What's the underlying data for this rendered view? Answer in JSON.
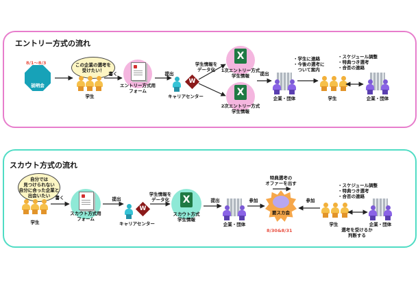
{
  "entry": {
    "title": "エントリー方式の流れ",
    "date": "8/1～8/3",
    "event_label": "説明会",
    "bubble": "この企業の選考を\n受けたい！",
    "student_label": "学生",
    "step_write": "書く",
    "form_label": "エントリー方式用\nフォーム",
    "step_submit": "提出",
    "career_label": "キャリアセンター",
    "data_step": "学生情報を\nデータ化",
    "first_info": "1次エントリー方式\n学生情報",
    "second_info": "2次エントリー方式\n学生情報",
    "step_submit2": "提出",
    "company_label": "企業・団体",
    "notes1": "・学生に連絡\n・今後の選考に\n　ついて案内",
    "student2_label": "学生",
    "notes2": "・スケジュール調整\n・特典つき選考\n・合否の連絡",
    "company2_label": "企業・団体"
  },
  "scout": {
    "title": "スカウト方式の流れ",
    "bubble": "自分では\n見つけられない\n自分に合った企業と\n出会いたい",
    "student_label": "学生",
    "step_write": "書く",
    "form_label": "スカウト方式用\nフォーム",
    "step_submit": "提出",
    "career_label": "キャリアセンター",
    "data_step": "学生情報を\nデータ化",
    "info_label": "スカウト方式\n学生情報",
    "step_submit2": "提出",
    "company_label": "企業・団体",
    "step_join": "参加",
    "offer_label": "特典選考の\nオファーを出す",
    "event_label": "要スカ会",
    "date": "8/30&8/31",
    "step_join2": "参加",
    "student2_label": "学生",
    "decide_label": "選考を受けるか\n判断する",
    "notes": "・スケジュール調整\n・特典つき選考\n・合否の連絡",
    "company2_label": "企業・団体"
  }
}
